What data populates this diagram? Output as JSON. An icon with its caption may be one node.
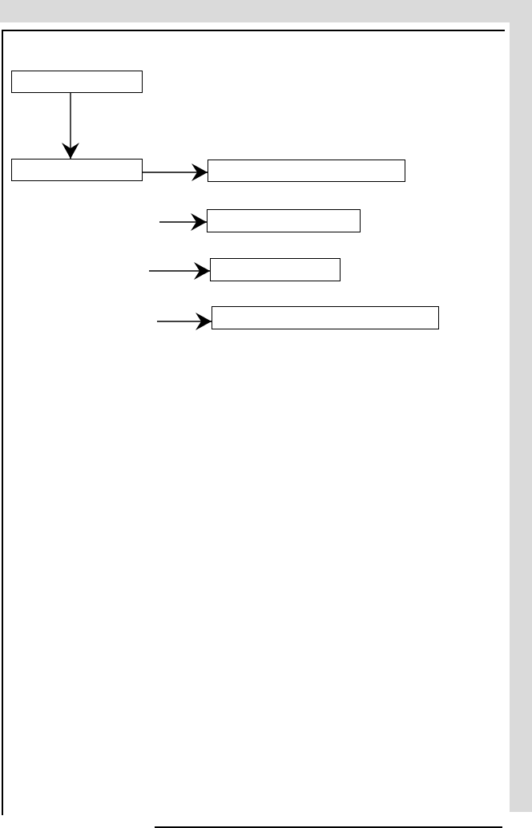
{
  "diagram": {
    "nodes": [
      {
        "text": [],
        "shape": "box"
      },
      {
        "text": [],
        "shape": "box"
      },
      {
        "text": [],
        "shape": "box"
      },
      {
        "text": [],
        "shape": "box"
      },
      {
        "text": [],
        "shape": "box"
      },
      {
        "text": [],
        "shape": "box"
      }
    ],
    "edges": [
      {
        "from": 0,
        "to": 1,
        "arrow": "to"
      },
      {
        "from": 1,
        "to": 2,
        "arrow": "to"
      },
      {
        "from": null,
        "to": 3,
        "arrow": "to"
      },
      {
        "from": null,
        "to": 4,
        "arrow": "to"
      },
      {
        "from": null,
        "to": 5,
        "arrow": "to"
      }
    ]
  }
}
